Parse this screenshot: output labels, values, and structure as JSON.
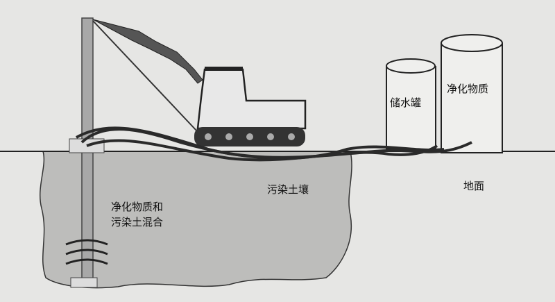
{
  "labels": {
    "water_tank": "储水罐",
    "purifier": "净化物质",
    "ground": "地面",
    "contaminated_soil": "污染土壤",
    "mix_line1": "净化物质和",
    "mix_line2": "污染土混合"
  },
  "colors": {
    "paper": "#e6e6e4",
    "soil": "#bdbdbb",
    "line": "#1a1a1a",
    "pipe": "#3a3a3a"
  }
}
